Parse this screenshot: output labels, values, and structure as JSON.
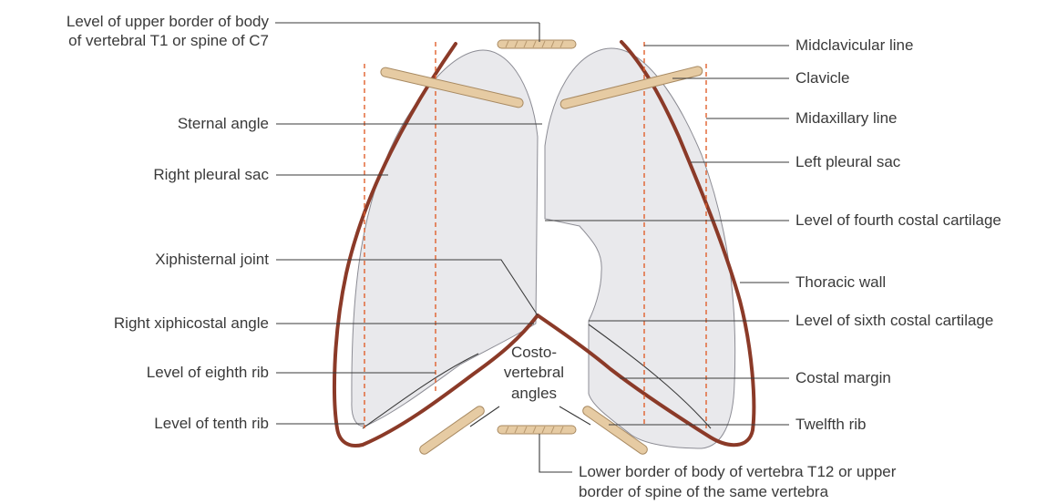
{
  "labels": {
    "t1_c7_line1": "Level of upper border of body",
    "t1_c7_line2": "of vertebral T1 or spine of C7",
    "sternal_angle": "Sternal angle",
    "right_pleural_sac": "Right pleural sac",
    "xiphisternal_joint": "Xiphisternal joint",
    "right_xiphicostal_angle": "Right xiphicostal angle",
    "eighth_rib": "Level of eighth rib",
    "tenth_rib": "Level of tenth rib",
    "midclavicular_line": "Midclavicular line",
    "clavicle": "Clavicle",
    "midaxillary_line": "Midaxillary line",
    "left_pleural_sac": "Left pleural sac",
    "fourth_costal_cartilage": "Level of fourth costal cartilage",
    "thoracic_wall": "Thoracic wall",
    "sixth_costal_cartilage": "Level of sixth costal cartilage",
    "costal_margin": "Costal margin",
    "twelfth_rib": "Twelfth rib",
    "costovertebral_1": "Costo-",
    "costovertebral_2": "vertebral",
    "costovertebral_3": "angles",
    "t12_line1": "Lower border of body of vertebra T12 or upper",
    "t12_line2": "border of spine of the same vertebra"
  },
  "colors": {
    "thoracic_wall": "#8b3a28",
    "reference_lines": "#e0602e",
    "pleural_sac": "#e9e9ec",
    "bone": "#e6cba3",
    "text": "#3a3a3a"
  }
}
